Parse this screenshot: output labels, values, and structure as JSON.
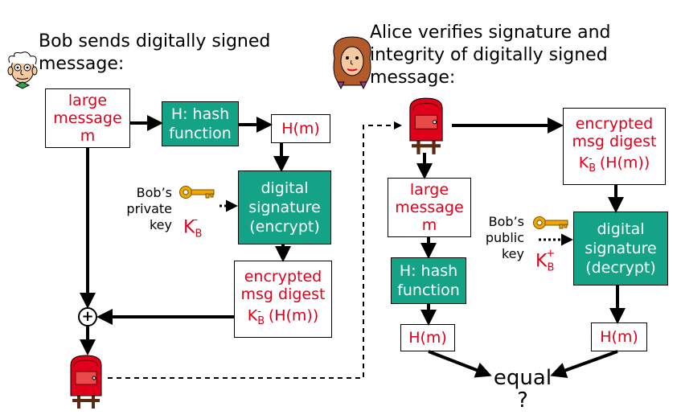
{
  "left": {
    "caption": "Bob sends digitally signed\n  message:",
    "large_message": "large\nmessage\nm",
    "hash_function": "H: hash\nfunction",
    "hm": "H(m)",
    "key_label": "Bob’s\nprivate\nkey",
    "digital_signature": "digital\nsignature\n(encrypt)",
    "encrypted_digest": "encrypted\nmsg digest",
    "key_symbol": "K",
    "key_sub": "B",
    "private_sup": "-",
    "digest_fn_pre": "(H(m))",
    "plus": "+"
  },
  "right": {
    "caption": "Alice verifies signature and\n  integrity of digitally signed\n  message:",
    "encrypted_digest": "encrypted\nmsg digest",
    "key_symbol": "K",
    "key_sub": "B",
    "private_sup": "-",
    "public_sup": "+",
    "digest_fn": "(H(m))",
    "large_message": "large\nmessage\nm",
    "key_label": "Bob’s\npublic\nkey",
    "digital_signature": "digital\nsignature\n(decrypt)",
    "hash_function": "H: hash\nfunction",
    "hm_left": "H(m)",
    "hm_right": "H(m)",
    "equal": "equal\n?"
  },
  "icons": [
    "bob-face-icon",
    "alice-face-icon",
    "mailbox-icon",
    "key-icon"
  ],
  "colors": {
    "red_text": "#e0001b",
    "green_box": "#14a386"
  }
}
